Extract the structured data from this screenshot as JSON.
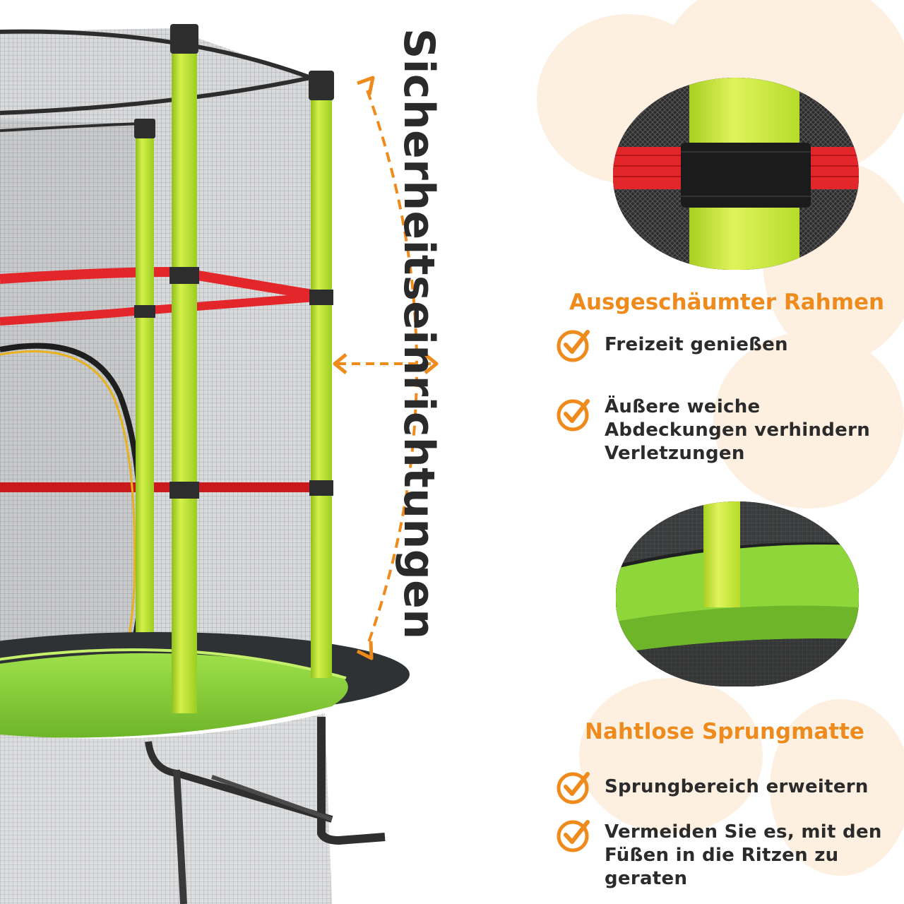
{
  "vertical_title": "Sicherheitseinrichtungen",
  "accent_color": "#ef8b1c",
  "frame_green": "#b9e32f",
  "mat_green": "#8fd63a",
  "net_red": "#e3262a",
  "sections": [
    {
      "heading": "Ausgeschäumter Rahmen",
      "bullets": [
        "Freizeit genießen",
        "Äußere weiche Abdeckungen verhindern Verletzungen"
      ]
    },
    {
      "heading": "Nahtlose Sprungmatte",
      "bullets": [
        "Sprungbereich erweitern",
        "Vermeiden Sie es, mit den Füßen in die Ritzen zu geraten"
      ]
    }
  ],
  "icons": {
    "bullet": "check-circle-icon",
    "arrow_up": "arrow-up-icon",
    "arrow_down": "arrow-down-icon",
    "arrow_horizontal": "double-arrow-icon"
  }
}
